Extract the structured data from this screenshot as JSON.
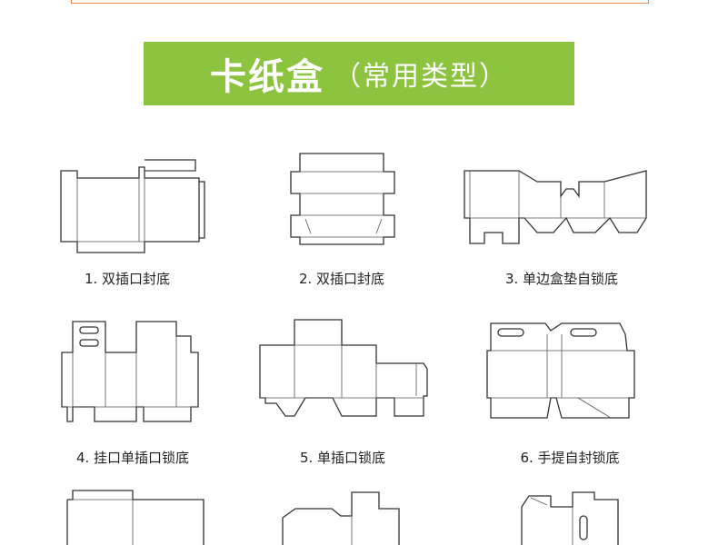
{
  "banner": {
    "title": "卡纸盒",
    "subtitle": "（常用类型）",
    "color": "#8cc43f"
  },
  "boxes": [
    {
      "label": "1. 双插口封底"
    },
    {
      "label": "2. 双插口封底"
    },
    {
      "label": "3. 单边盒垫自锁底"
    },
    {
      "label": "4. 挂口单插口锁底"
    },
    {
      "label": "5. 单插口锁底"
    },
    {
      "label": "6. 手提自封锁底"
    }
  ]
}
